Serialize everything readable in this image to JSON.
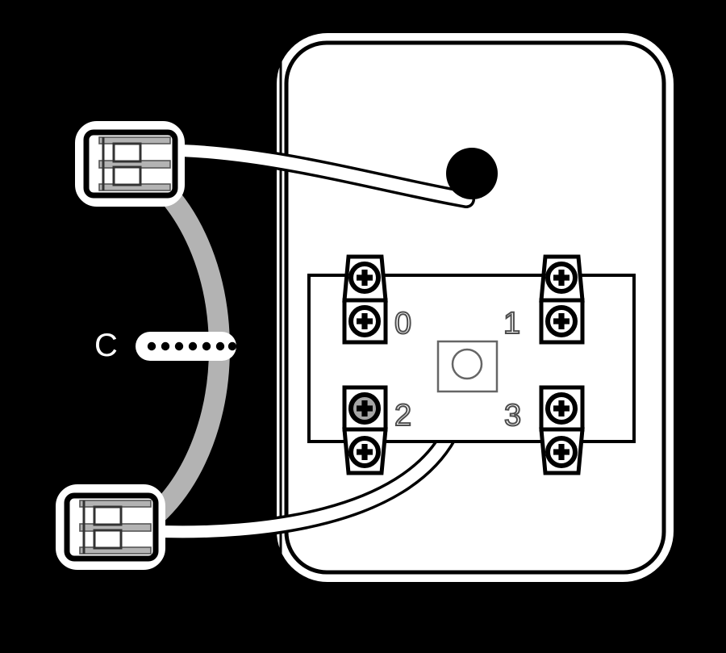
{
  "diagram": {
    "title": "Appliance terminal block wiring connection diagram",
    "background_color": "#000000",
    "body_color": "#ffffff",
    "outline_color": "#000000",
    "cable_gray": "#b3b3b3",
    "highlight_gray": "#a6a6a6",
    "number_stroke": "#4d4d4d"
  },
  "callout": {
    "label": "C",
    "label_color": "#ffffff",
    "leader": {
      "name": "dotted-leader",
      "dot_count": 7,
      "dot_color": "#000000",
      "track_color": "#ffffff"
    }
  },
  "appliance": {
    "name": "appliance-body",
    "shape": "rounded-rectangle",
    "seam_line": "vertical-panel-seam",
    "indicator_dot": {
      "name": "indicator-dot",
      "color": "#000000",
      "shape": "filled-circle"
    },
    "center_marker": {
      "name": "center-marker",
      "shape": "square-with-circle",
      "stroke": "#666666"
    }
  },
  "terminal_block": {
    "name": "terminal-block",
    "outline": "#000000",
    "terminals": [
      {
        "id": "0",
        "label": "0",
        "position": "top-left",
        "screw_state": "normal",
        "screw_fill": "#ffffff"
      },
      {
        "id": "1",
        "label": "1",
        "position": "top-right",
        "screw_state": "normal",
        "screw_fill": "#ffffff"
      },
      {
        "id": "2",
        "label": "2",
        "position": "bottom-right",
        "screw_state": "normal",
        "screw_fill": "#ffffff"
      },
      {
        "id": "3",
        "label": "3",
        "position": "bottom-left",
        "screw_state": "highlighted",
        "screw_fill": "#a6a6a6"
      }
    ]
  },
  "connectors": [
    {
      "name": "connector-top",
      "slots": 2,
      "body_color": "#ffffff",
      "halo_color": "#ffffff",
      "border_color": "#000000"
    },
    {
      "name": "connector-bottom",
      "slots": 2,
      "body_color": "#ffffff",
      "halo_color": "#ffffff",
      "border_color": "#000000"
    }
  ],
  "wires": [
    {
      "name": "wire-top-white",
      "color": "#ffffff",
      "from": "connector-top",
      "to": "indicator-dot"
    },
    {
      "name": "wire-bottom-white",
      "color": "#ffffff",
      "from": "connector-bottom",
      "to": "terminal-3"
    },
    {
      "name": "cable-gray-arc",
      "color": "#b3b3b3",
      "from": "connector-top",
      "to": "connector-bottom"
    }
  ]
}
